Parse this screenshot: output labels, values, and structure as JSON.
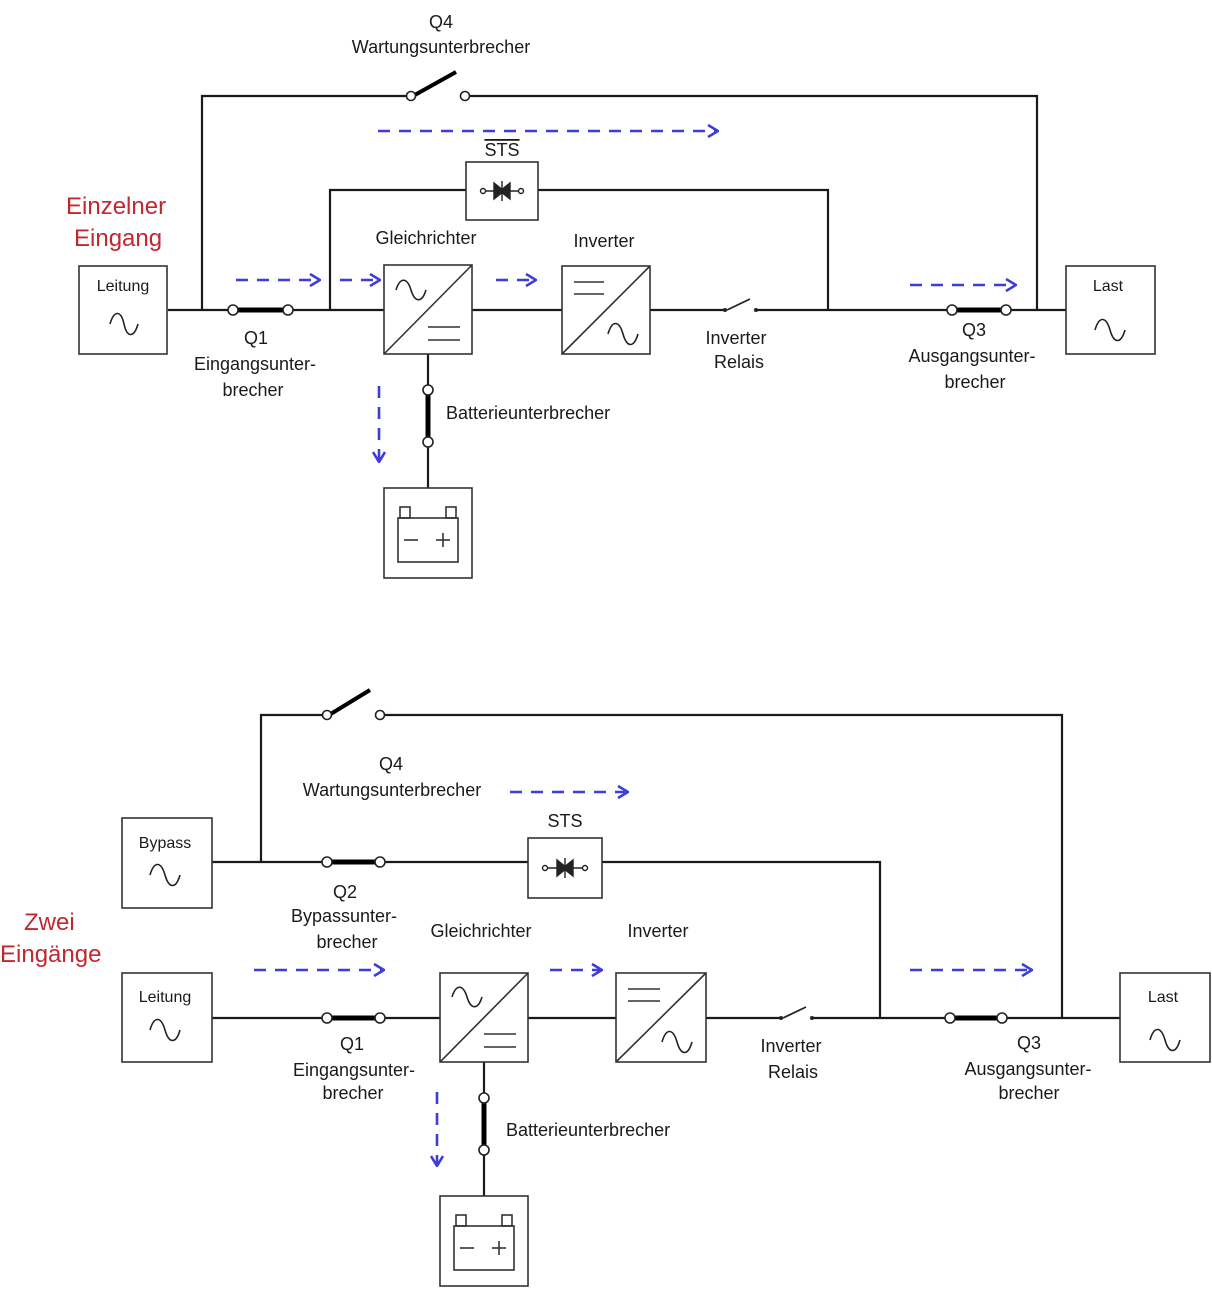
{
  "single_input": {
    "title_line1": "Einzelner",
    "title_line2": "Eingang",
    "q4_number": "Q4",
    "q4_name": "Wartungsunterbrecher",
    "sts": "STS",
    "line_source": "Leitung",
    "rectifier": "Gleichrichter",
    "inverter": "Inverter",
    "q1_number": "Q1",
    "q1_line1": "Eingangsunter-",
    "q1_line2": "brecher",
    "inverter_relay_line1": "Inverter",
    "inverter_relay_line2": "Relais",
    "q3_number": "Q3",
    "q3_line1": "Ausgangsunter-",
    "q3_line2": "brecher",
    "battery_breaker": "Batterieunterbrecher",
    "load": "Last"
  },
  "dual_input": {
    "title_line1": "Zwei",
    "title_line2": "Eingänge",
    "q4_number": "Q4",
    "q4_name": "Wartungsunterbrecher",
    "sts": "STS",
    "bypass_source": "Bypass",
    "q2_number": "Q2",
    "q2_line1": "Bypassunter-",
    "q2_line2": "brecher",
    "rectifier": "Gleichrichter",
    "inverter": "Inverter",
    "line_source": "Leitung",
    "q1_number": "Q1",
    "q1_line1": "Eingangsunter-",
    "q1_line2": "brecher",
    "inverter_relay_line1": "Inverter",
    "inverter_relay_line2": "Relais",
    "q3_number": "Q3",
    "q3_line1": "Ausgangsunter-",
    "q3_line2": "brecher",
    "battery_breaker": "Batterieunterbrecher",
    "load": "Last"
  },
  "colors": {
    "flow_arrow": "#3d3dd8",
    "title_red": "#c0282e",
    "wire": "#1a1a1a"
  },
  "icons": {
    "ac_source": "sine-wave-icon",
    "rectifier": "ac-dc-converter-icon",
    "inverter": "dc-ac-converter-icon",
    "sts": "thyristor-switch-icon",
    "battery": "battery-icon"
  }
}
